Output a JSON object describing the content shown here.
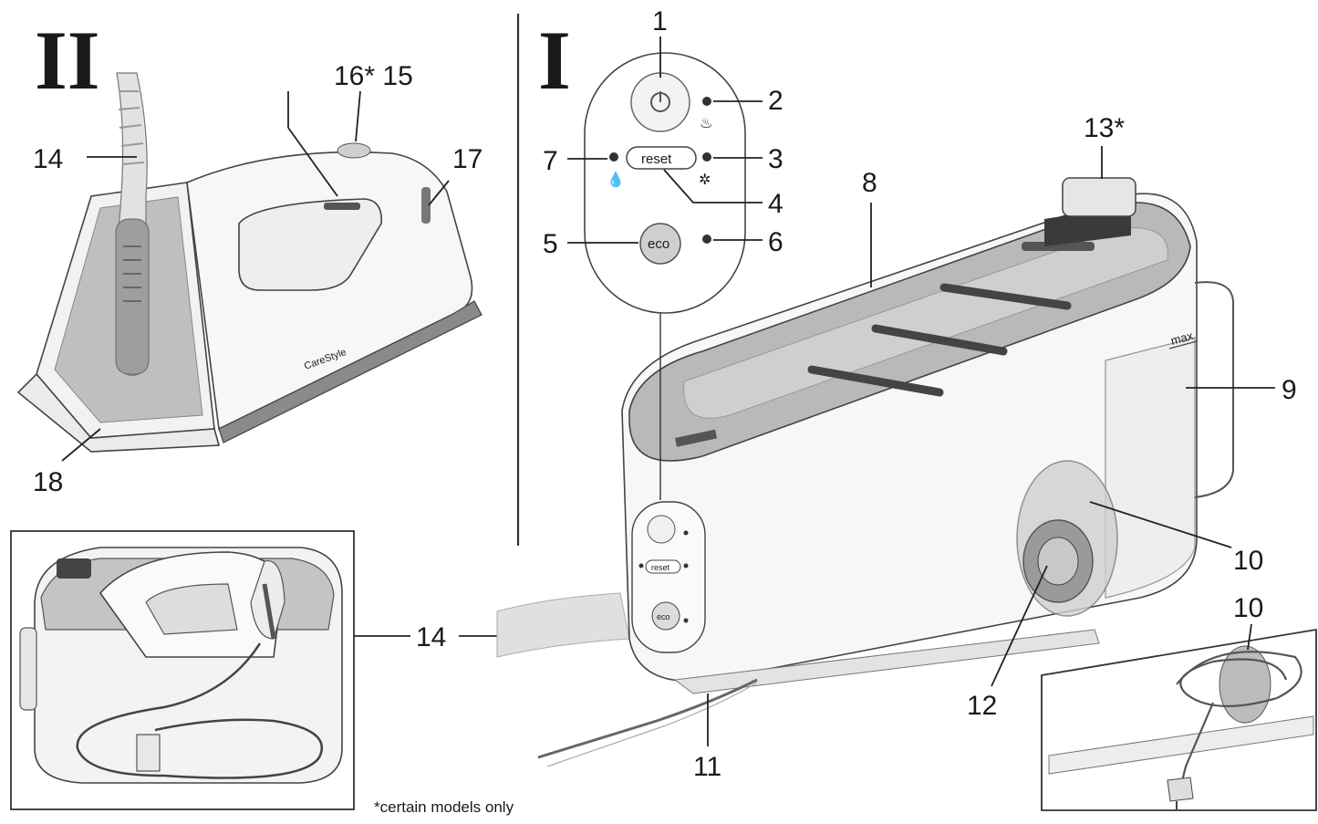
{
  "sections": {
    "left_numeral": "II",
    "right_numeral": "I"
  },
  "panel": {
    "reset_label": "reset",
    "eco_label": "eco",
    "mini_reset_label": "reset",
    "mini_eco_label": "eco"
  },
  "iron": {
    "brand_text": "CareStyle"
  },
  "tank": {
    "max_mark": "max"
  },
  "callouts": {
    "c1": "1",
    "c2": "2",
    "c3": "3",
    "c4": "4",
    "c5": "5",
    "c6": "6",
    "c7": "7",
    "c8": "8",
    "c9": "9",
    "c10": "10",
    "c10b": "10",
    "c11": "11",
    "c12": "12",
    "c13": "13*",
    "c14a": "14",
    "c14b": "14",
    "c15": "16* 15",
    "c17": "17",
    "c18": "18"
  },
  "footnote": "*certain models only",
  "colors": {
    "line": "#222222",
    "plastic": "#f4f4f4",
    "grey_panel": "#bdbdbd",
    "dark_accent": "#3a3a3a"
  }
}
